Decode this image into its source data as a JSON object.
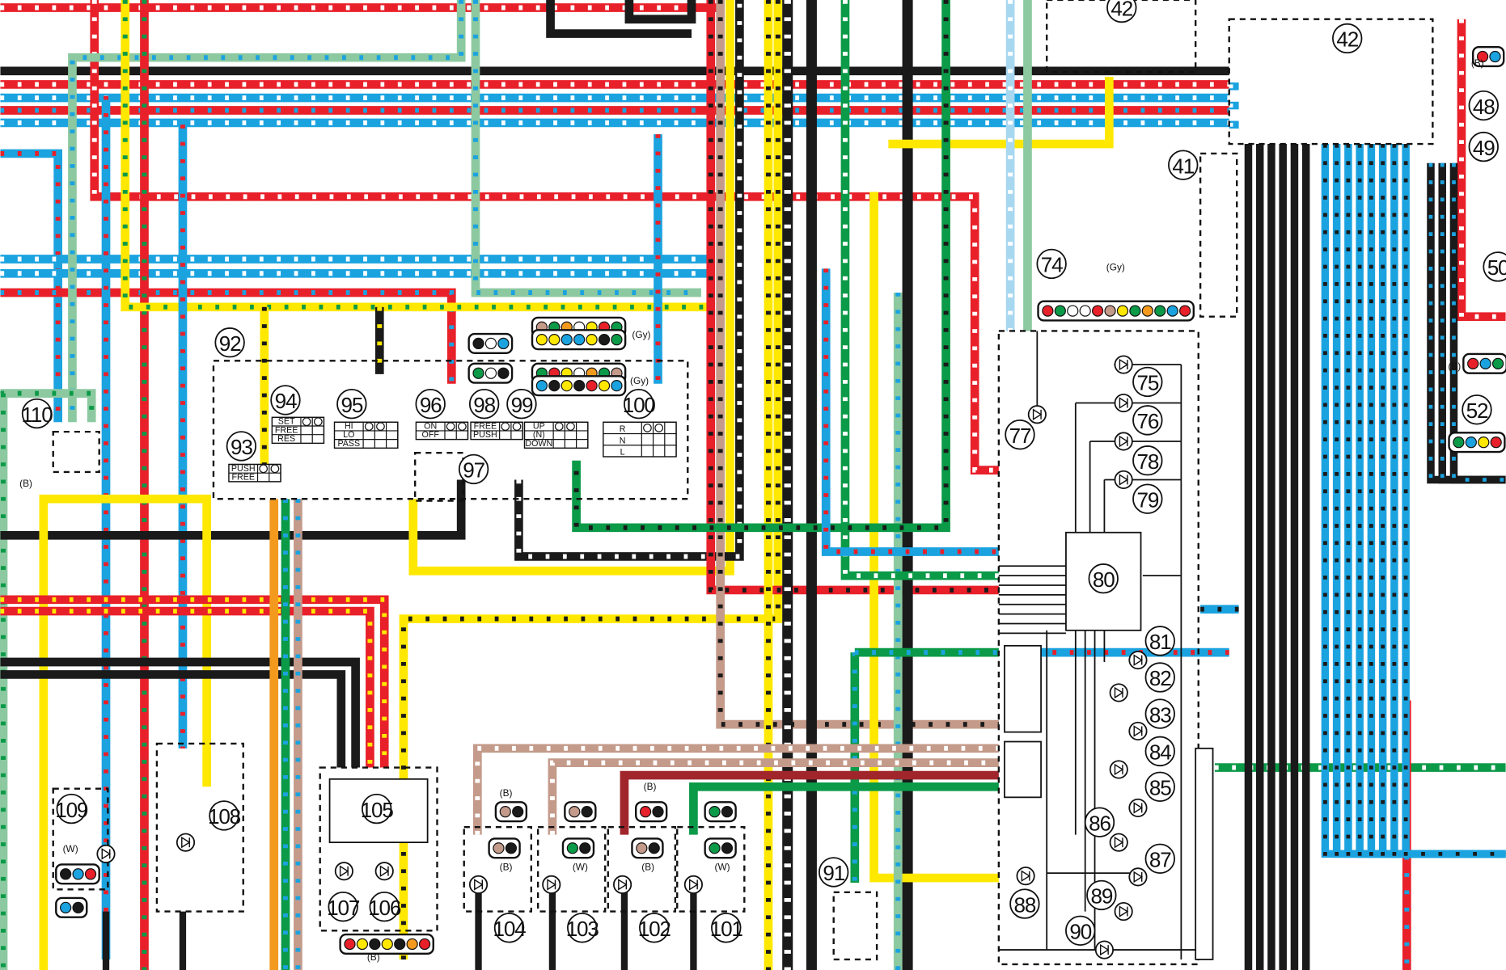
{
  "diagram": {
    "title": "Wiring diagram (partial)",
    "callouts": [
      "42",
      "42",
      "41",
      "48",
      "49",
      "50",
      "52",
      "74",
      "75",
      "76",
      "77",
      "78",
      "79",
      "80",
      "81",
      "82",
      "83",
      "84",
      "85",
      "86",
      "87",
      "88",
      "89",
      "90",
      "91",
      "92",
      "93",
      "94",
      "95",
      "96",
      "97",
      "98",
      "99",
      "100",
      "101",
      "102",
      "103",
      "104",
      "105",
      "106",
      "107",
      "108",
      "109",
      "110"
    ],
    "connector_tags": {
      "gy1": "(Gy)",
      "gy2": "(Gy)",
      "gy3": "(Gy)",
      "b1": "(B)",
      "b2": "(B)",
      "b3": "(B)",
      "b4": "(B)",
      "b5": "(B)",
      "b6": "(B)",
      "b7": "(B)",
      "b8": "(B)",
      "w1": "(W)",
      "w2": "(W)",
      "w3": "(W)"
    },
    "switches": {
      "s93": [
        "PUSH",
        "FREE"
      ],
      "s94": [
        "SET",
        "FREE",
        "RES"
      ],
      "s95": [
        "HI",
        "LO",
        "PASS"
      ],
      "s96": [
        "ON",
        "OFF"
      ],
      "s98": [
        "FREE",
        "PUSH"
      ],
      "s99": [
        "UP",
        "(N)",
        "DOWN"
      ],
      "s100": [
        "R",
        "N",
        "L"
      ]
    },
    "colors": {
      "red": "#e8202a",
      "blue": "#1ba3e0",
      "yellow": "#ffe800",
      "black": "#1a1a1a",
      "green": "#0b9a48",
      "light_green": "#8cc9a0",
      "brown": "#c49a8a",
      "orange": "#f39a1e",
      "light_blue": "#a8d8f0",
      "dark_red": "#a0262c"
    }
  }
}
